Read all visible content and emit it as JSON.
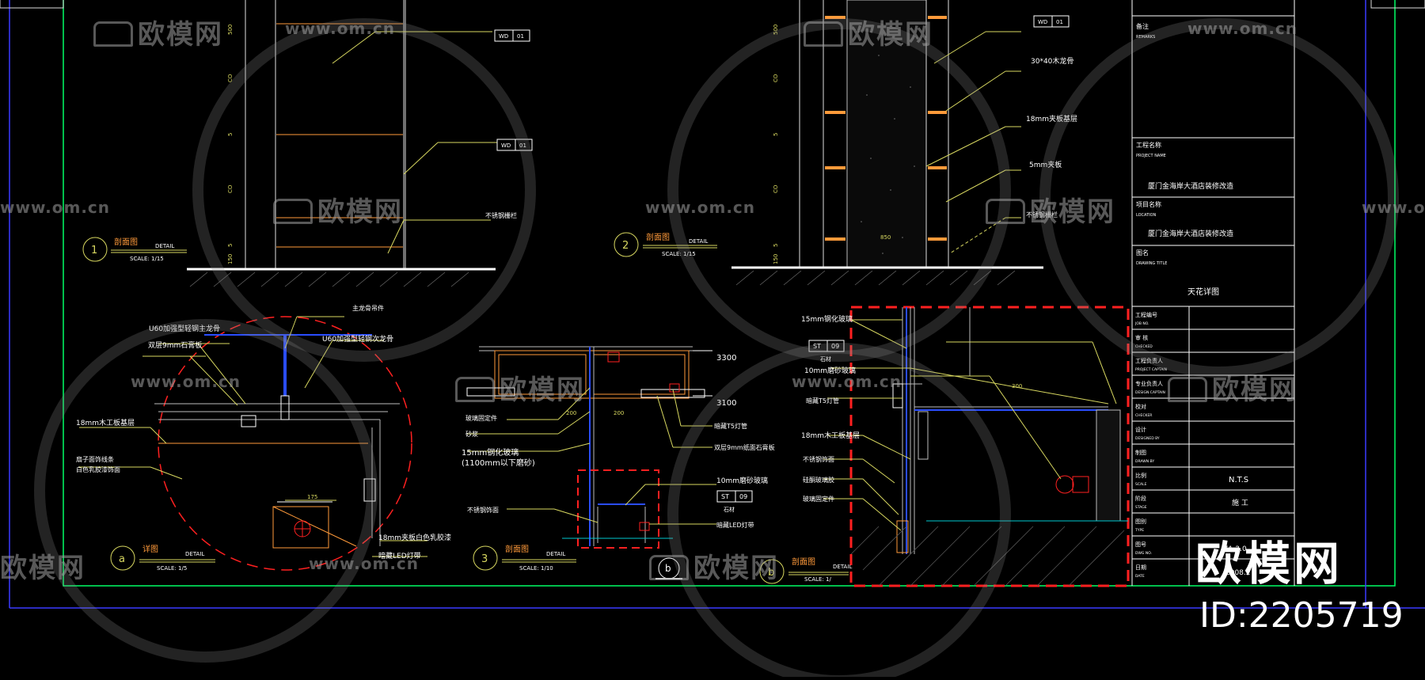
{
  "colors": {
    "background": "#000000",
    "frame": "#00ff66",
    "border": "#3a3aff",
    "line": "#e0e0e0",
    "dim": "#d8d860",
    "red": "#ff2020",
    "orange": "#ff9a3a",
    "blue": "#2a4dff",
    "cyan": "#00c8d0"
  },
  "watermark": {
    "logo_text": "欧模网",
    "url_text": "www.om.cn",
    "icon": "sofa-logo-icon"
  },
  "brand": {
    "title": "欧模网",
    "id": "ID:2205719"
  },
  "sheet1": {
    "ref": "1",
    "title": "剖面图",
    "detail": "DETAIL",
    "scale": "SCALE: 1/15",
    "tags": [
      {
        "code": "WD",
        "num": "01"
      },
      {
        "code": "WD",
        "num": "01"
      }
    ],
    "note": "不锈钢栅栏",
    "dims": [
      "500",
      "CO",
      "5",
      "CO",
      "5",
      "150"
    ]
  },
  "sheet2": {
    "ref": "2",
    "title": "剖面图",
    "detail": "DETAIL",
    "scale": "SCALE: 1/15",
    "tag": {
      "code": "WD",
      "num": "01"
    },
    "notes": [
      "30*40木龙骨",
      "18mm夹板基层",
      "5mm夹板",
      "不锈钢栅栏"
    ],
    "dims": [
      "500",
      "CO",
      "5",
      "CO",
      "5",
      "150"
    ],
    "width": "850"
  },
  "sheet_a": {
    "ref": "a",
    "title": "详图",
    "detail": "DETAIL",
    "scale": "SCALE: 1/5",
    "notes": [
      "主龙骨吊件",
      "U60加强型轻钢主龙骨",
      "双层9mm石膏板",
      "U60加强型轻钢次龙骨",
      "18mm木工板基层",
      "扇子面饰线条",
      "白色乳胶漆饰面",
      "18mm夹板白色乳胶漆",
      "暗藏LED灯带"
    ],
    "dim": "175"
  },
  "sheet3": {
    "ref": "3",
    "title": "剖面图",
    "detail": "DETAIL",
    "scale": "SCALE: 1/10",
    "notes": [
      "玻璃固定件",
      "砂浆",
      "15mm钢化玻璃",
      "(1100mm以下磨砂)",
      "不锈钢饰面",
      "10mm磨砂玻璃",
      "暗藏LED灯带",
      "双层9mm纸面石膏板",
      "暗藏T5灯管"
    ],
    "levels": [
      "3300",
      "3100"
    ],
    "dims": [
      "200",
      "200"
    ],
    "tag": {
      "code": "ST",
      "num": "09"
    },
    "tag_sub": "石材"
  },
  "sheet_b": {
    "ref": "b",
    "title": "剖面图",
    "detail": "DETAIL",
    "scale": "SCALE: 1/"
  },
  "callout_b": {
    "ref": "b"
  },
  "sheet_detail_right": {
    "notes": [
      "15mm钢化玻璃",
      "10mm磨砂玻璃",
      "暗藏T5灯管",
      "18mm木工板基层",
      "不锈钢饰面",
      "硅酮玻璃胶",
      "玻璃固定件"
    ],
    "tag": {
      "code": "ST",
      "num": "09"
    },
    "tag_sub": "石材",
    "dim": "300"
  },
  "title_block": {
    "remark_label": "备注",
    "remark_en": "REMARKS",
    "project_label": "工程名称",
    "project_en": "PROJECT NAME",
    "project_name": "厦门金海岸大酒店装修改造",
    "location_label": "项目名称",
    "location_en": "LOCATION",
    "location_name": "厦门金海岸大酒店装修改造",
    "drawing_label": "图名",
    "drawing_en": "DRAWING TITLE",
    "drawing_name": "天花详图",
    "rows": [
      {
        "label": "工程编号",
        "en": "JOB NO.",
        "value": ""
      },
      {
        "label": "审 核",
        "en": "CHECKED",
        "value": ""
      },
      {
        "label": "工程负责人",
        "en": "PROJECT CAPTAIN",
        "value": ""
      },
      {
        "label": "专业负责人",
        "en": "DESIGN CAPTAIN",
        "value": ""
      },
      {
        "label": "校对",
        "en": "CHECKER",
        "value": ""
      },
      {
        "label": "设计",
        "en": "DESIGNED BY",
        "value": ""
      },
      {
        "label": "制图",
        "en": "DRAWN BY",
        "value": ""
      },
      {
        "label": "比例",
        "en": "SCALE",
        "value": "N.T.S"
      },
      {
        "label": "阶段",
        "en": "STAGE",
        "value": "施 工"
      },
      {
        "label": "图别",
        "en": "TYPE",
        "value": ""
      },
      {
        "label": "图号",
        "en": "DWG NO.",
        "value": "ZA-2.0"
      },
      {
        "label": "日期",
        "en": "DATE",
        "value": "2008.2"
      }
    ]
  }
}
